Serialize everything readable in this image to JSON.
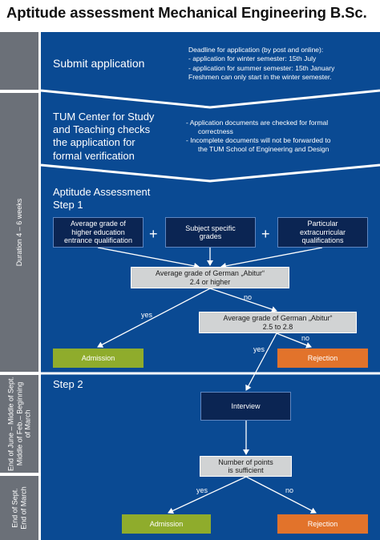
{
  "title": "Aptitude assessment Mechanical Engineering B.Sc.",
  "sidebar": {
    "duration": "Duration 4 – 6 weeks",
    "step2_period_line1": "End of June – Middle of Sept.",
    "step2_period_line2": "Middle of Feb.– Beginning",
    "step2_period_line3": "of March",
    "result_period_line1": "End of Sept.",
    "result_period_line2": "End of March"
  },
  "submit": {
    "heading": "Submit application",
    "deadline": "Deadline for application (by post and online):",
    "winter": "- application for winter semester: 15th July",
    "summer": "- application for summer semester: 15th January",
    "freshmen": "Freshmen can only start in the winter semester."
  },
  "check": {
    "heading_line1": "TUM Center for Study",
    "heading_line2": "and Teaching checks",
    "heading_line3": "the application for",
    "heading_line4": "formal verification",
    "bullet1_line1": "-   Application documents are checked for formal",
    "bullet1_line2": "correctness",
    "bullet2_line1": "-   Incomplete documents will not be forwarded to",
    "bullet2_line2": "the TUM School of Engineering and Design"
  },
  "step1": {
    "heading_line1": "Aptitude Assessment",
    "heading_line2": "Step 1",
    "criteria": [
      {
        "line1": "Average grade of",
        "line2": "higher education",
        "line3": "entrance qualification"
      },
      {
        "line1": "Subject specific",
        "line2": "grades"
      },
      {
        "line1": "Particular",
        "line2": "extracurricular",
        "line3": "qualifications"
      }
    ],
    "plus": "+",
    "decision1_line1": "Average grade of German „Abitur“",
    "decision1_line2": "2.4 or higher",
    "decision2_line1": "Average grade of German „Abitur“",
    "decision2_line2": "2.5 to 2.8",
    "yes": "yes",
    "no": "no",
    "admission": "Admission",
    "rejection": "Rejection"
  },
  "step2": {
    "heading": "Step 2",
    "interview": "Interview",
    "points_line1": "Number of points",
    "points_line2": "is sufficient",
    "yes": "yes",
    "no": "no",
    "admission": "Admission",
    "rejection": "Rejection"
  },
  "colors": {
    "main_blue": "#0a4a93",
    "dark_navy": "#0b2553",
    "sidebar_grey": "#6b7078",
    "admission_green": "#8fac2c",
    "rejection_orange": "#e2732b",
    "decision_grey": "#d1d3d4"
  }
}
